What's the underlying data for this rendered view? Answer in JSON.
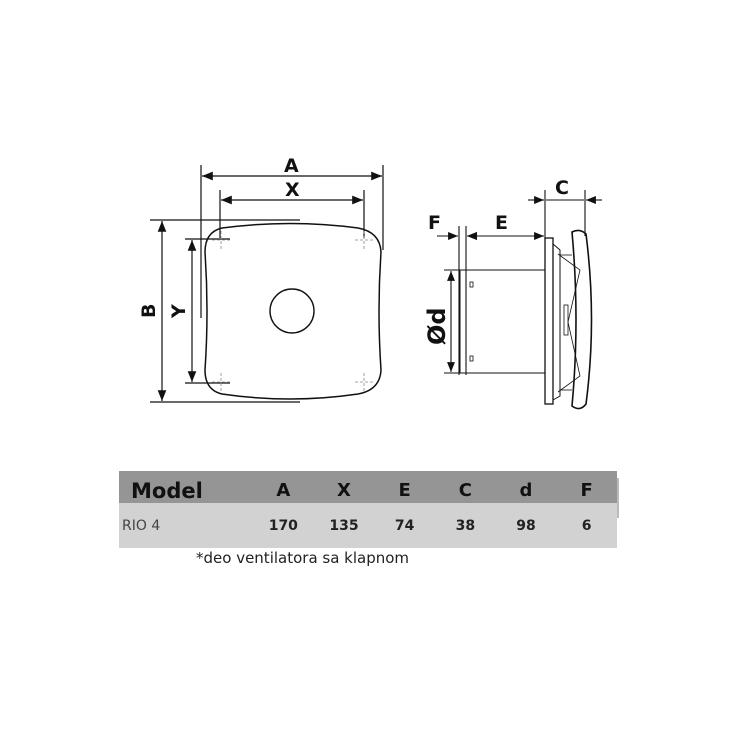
{
  "drawing": {
    "front_view": {
      "labels": {
        "A": "A",
        "X": "X",
        "B": "B",
        "Y": "Y"
      }
    },
    "side_view": {
      "labels": {
        "C": "C",
        "E": "E",
        "F": "F",
        "d": "Ød"
      }
    }
  },
  "table": {
    "headers": [
      "Model",
      "A",
      "X",
      "E",
      "C",
      "d",
      "F"
    ],
    "rows": [
      {
        "model": "RIO 4",
        "A": "170",
        "X": "135",
        "E": "74",
        "C": "38",
        "d": "98",
        "F": "6"
      }
    ],
    "header_bg": "#959595",
    "row_bg": "#d2d2d2"
  },
  "footnote": "*deo ventilatora sa klapnom"
}
